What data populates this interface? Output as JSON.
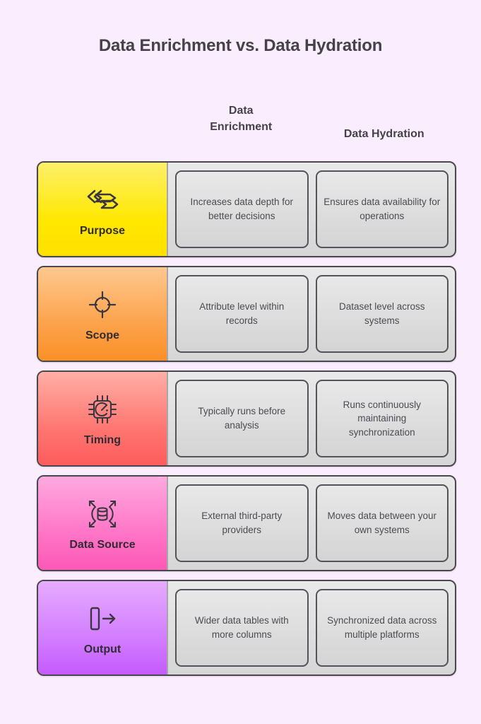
{
  "title": "Data Enrichment vs. Data Hydration",
  "theme": {
    "background": "#FAEDFD",
    "title_color": "#454248",
    "row_border": "#4a474e",
    "card_border": "#55525a",
    "card_text": "#4d4a51"
  },
  "columns": [
    {
      "id": "enrichment",
      "label_line1": "Data",
      "label_line2": "Enrichment",
      "label": "Data Enrichment"
    },
    {
      "id": "hydration",
      "label_line1": "Data Hydration",
      "label_line2": "",
      "label": "Data Hydration"
    }
  ],
  "rows": [
    {
      "label": "Purpose",
      "icon": "exchange-arrows-icon",
      "color_start": "#FDF06A",
      "color_end": "#FFE000",
      "enrichment": "Increases data depth for better decisions",
      "hydration": "Ensures data availability for operations"
    },
    {
      "label": "Scope",
      "icon": "crosshair-target-icon",
      "color_start": "#FFC88F",
      "color_end": "#FA9027",
      "enrichment": "Attribute level within records",
      "hydration": "Dataset level across systems"
    },
    {
      "label": "Timing",
      "icon": "cpu-gauge-icon",
      "color_start": "#FFAFA6",
      "color_end": "#FC5C5C",
      "enrichment": "Typically runs before analysis",
      "hydration": "Runs continuously maintaining synchronization"
    },
    {
      "label": "Data Source",
      "icon": "database-expand-icon",
      "color_start": "#FFAADF",
      "color_end": "#FB58B5",
      "enrichment": "External third-party providers",
      "hydration": "Moves data between your own systems"
    },
    {
      "label": "Output",
      "icon": "column-arrow-icon",
      "color_start": "#E5ACFF",
      "color_end": "#C55BFD",
      "enrichment": "Wider data tables with more columns",
      "hydration": "Synchronized data across multiple platforms"
    }
  ]
}
